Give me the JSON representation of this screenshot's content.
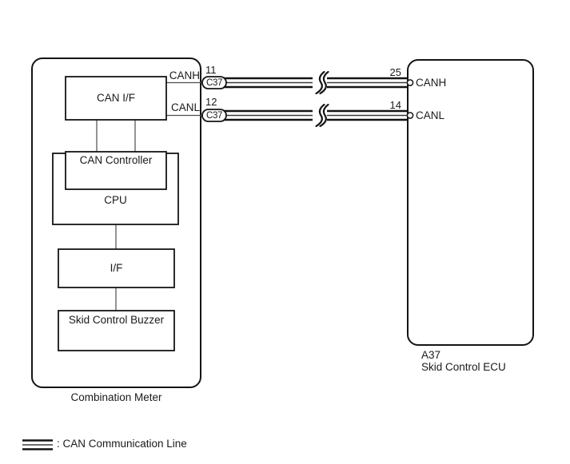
{
  "combination_meter": {
    "label": "Combination Meter",
    "blocks": {
      "can_if": "CAN I/F",
      "can_controller": "CAN Controller",
      "cpu": "CPU",
      "interface": "I/F",
      "buzzer": "Skid Control Buzzer"
    },
    "canh": {
      "label": "CANH",
      "pin": "11",
      "connector": "C37"
    },
    "canl": {
      "label": "CANL",
      "pin": "12",
      "connector": "C37"
    }
  },
  "ecu": {
    "code": "A37",
    "label": "Skid Control ECU",
    "canh": {
      "label": "CANH",
      "pin": "25"
    },
    "canl": {
      "label": "CANL",
      "pin": "14"
    }
  },
  "legend": {
    "label": ": CAN Communication Line"
  },
  "colors": {
    "line": "#141414",
    "thin_line": "#4d4d4d",
    "background": "#ffffff"
  }
}
